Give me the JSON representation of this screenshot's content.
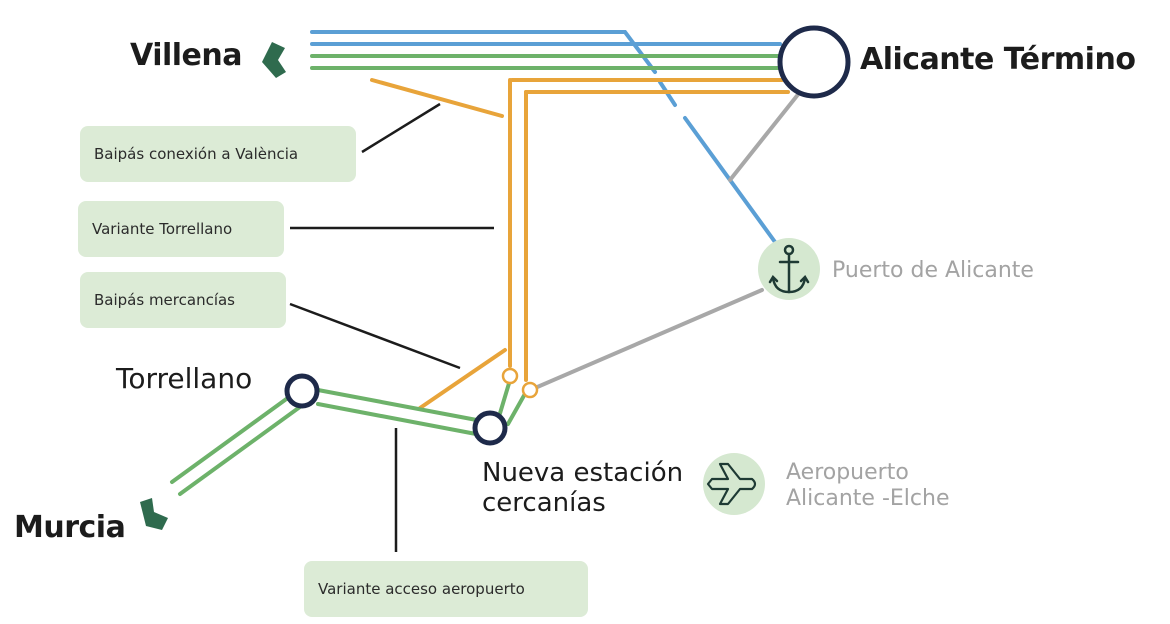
{
  "stations": {
    "villena": "Villena",
    "alicante_termino": "Alicante Término",
    "torrellano": "Torrellano",
    "murcia": "Murcia",
    "nueva_estacion_line1": "Nueva estación",
    "nueva_estacion_line2": "cercanías"
  },
  "points_of_interest": {
    "puerto": "Puerto de Alicante",
    "aeropuerto_line1": "Aeropuerto",
    "aeropuerto_line2": "Alicante -Elche"
  },
  "callouts": {
    "baipas_valencia": "Baipás conexión a València",
    "variante_torrellano": "Variante Torrellano",
    "baipas_mercancias": "Baipás mercancías",
    "variante_aeropuerto": "Variante acceso aeropuerto"
  },
  "icons": {
    "villena_marker": "map-region-icon",
    "murcia_marker": "map-region-icon",
    "puerto": "anchor-icon",
    "aeropuerto": "airplane-icon"
  },
  "colors": {
    "blue_line": "#5b9fd5",
    "green_line": "#6db26a",
    "orange_line": "#e8a43a",
    "grey_line": "#a8a8a8",
    "station_ring": "#1e2a4a",
    "callout_bg": "#dcebd6",
    "poi_circle": "#d5e8d0",
    "marker": "#2f6b4e"
  }
}
